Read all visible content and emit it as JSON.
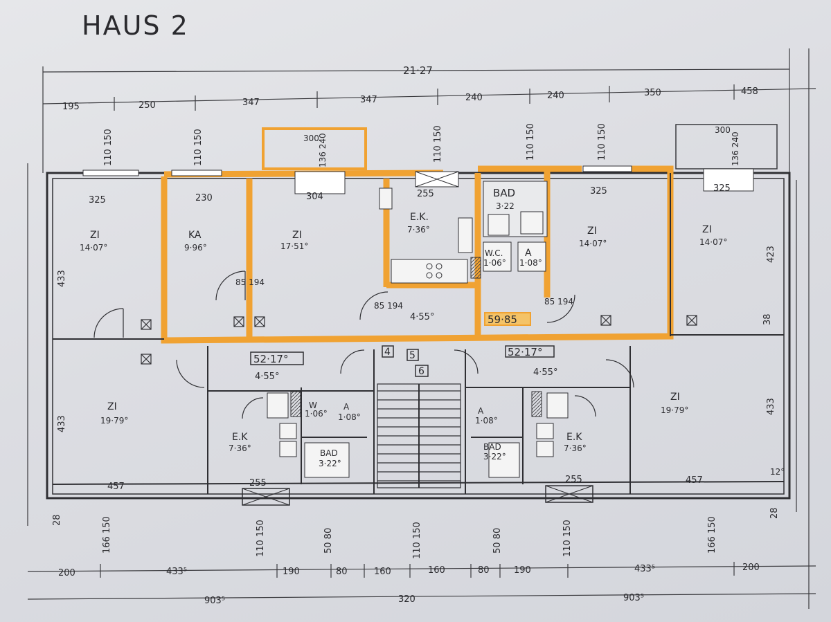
{
  "drawing": {
    "title": "HAUS 2",
    "colors": {
      "paper": "#dcdde2",
      "ink": "#2a2a2e",
      "highlight": "#f0a232"
    },
    "top_dims": {
      "overall": "21·27",
      "segments": [
        "195",
        "250",
        "347",
        "347",
        "240",
        "240",
        "350",
        "458"
      ]
    },
    "top_openings": [
      "110 150",
      "110 150",
      "110 150",
      "110 150",
      "110 150"
    ],
    "balcony_left": {
      "width": "300",
      "door": "136 240"
    },
    "balcony_right": {
      "width": "300",
      "door": "136 240"
    },
    "upper_apartment": {
      "area": "59·85",
      "rooms": [
        {
          "name": "ZI",
          "area": "14·07°",
          "dim": "325"
        },
        {
          "name": "KA",
          "area": "9·96°",
          "dim": "230"
        },
        {
          "name": "ZI",
          "area": "17·51°",
          "dim": "304"
        },
        {
          "name": "E.K.",
          "area": "7·36°",
          "dim": "255"
        },
        {
          "name": "BAD",
          "area": "3·22"
        },
        {
          "name": "W.C.",
          "area": "1·06°"
        },
        {
          "name": "A",
          "area": "1·08°"
        },
        {
          "name": "ZI",
          "area": "14·07°",
          "dim": "325"
        },
        {
          "name": "ZI",
          "area": "14·07°",
          "dim": "325"
        }
      ],
      "hall": "4·55°",
      "doors": [
        "85 194",
        "85 194",
        "85 194"
      ]
    },
    "lower_left_apartment": {
      "area": "52·17°",
      "hall": "4·55°",
      "rooms": [
        {
          "name": "ZI",
          "area": "19·79°",
          "dim": "457"
        },
        {
          "name": "E.K",
          "area": "7·36°",
          "dim": "255"
        },
        {
          "name": "BAD",
          "area": "3·22°"
        },
        {
          "name": "A",
          "area": "1·08°"
        },
        {
          "name": "W",
          "area": "1·06°"
        }
      ]
    },
    "lower_right_apartment": {
      "area": "52·17°",
      "hall": "4·55°",
      "rooms": [
        {
          "name": "ZI",
          "area": "19·79°",
          "dim": "457"
        },
        {
          "name": "E.K",
          "area": "7·36°",
          "dim": "255"
        },
        {
          "name": "BAD",
          "area": "3·22°"
        },
        {
          "name": "A",
          "area": "1·08°"
        }
      ]
    },
    "stair_numbers": [
      "4",
      "5",
      "6"
    ],
    "side_dims": [
      "433",
      "433",
      "423",
      "433",
      "38",
      "28",
      "12°",
      "28"
    ],
    "bottom_dims": {
      "row1": [
        "200",
        "433⁵",
        "190",
        "80",
        "160",
        "160",
        "80",
        "190",
        "433⁵",
        "200"
      ],
      "row2": [
        "903⁵",
        "320",
        "903⁵"
      ]
    },
    "bottom_openings": [
      "166 150",
      "110 150",
      "50 80",
      "110 150",
      "50 80",
      "110 150",
      "166 150"
    ]
  }
}
